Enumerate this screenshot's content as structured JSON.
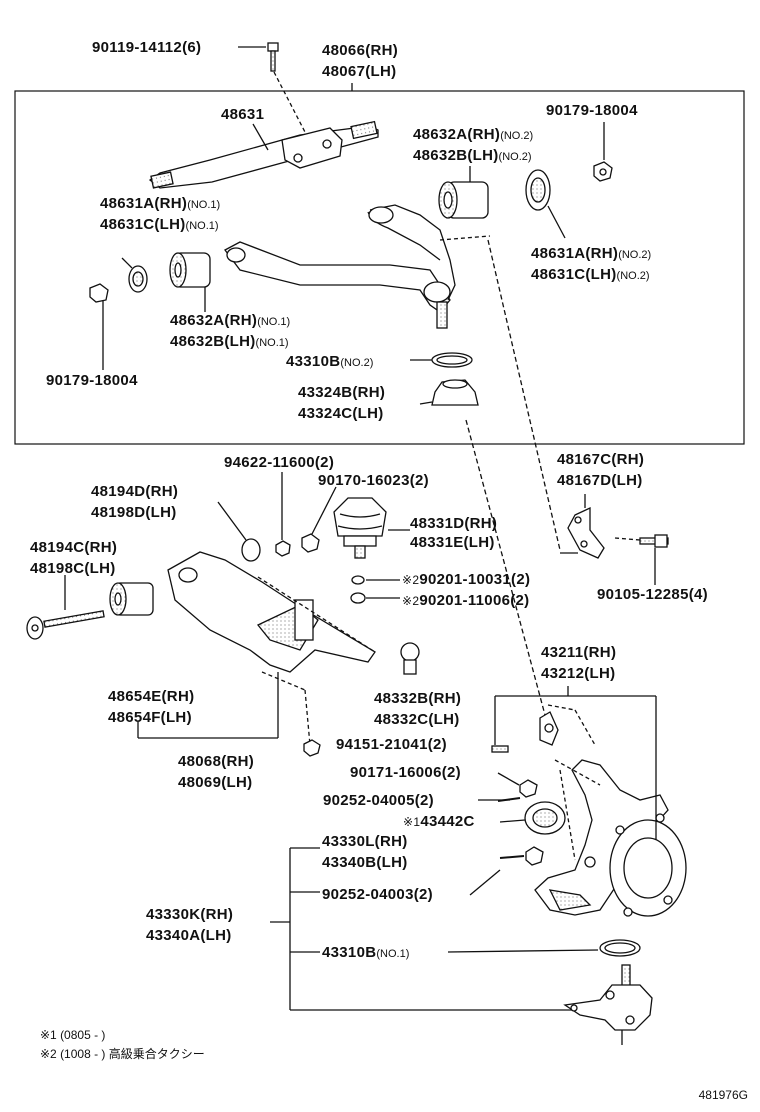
{
  "labels": {
    "p90119": "90119-14112(6)",
    "p48066": "48066(RH)",
    "p48067": "48067(LH)",
    "p48631": "48631",
    "p90179a": "90179-18004",
    "p48632A2": "48632A(RH)",
    "p48632B2": "48632B(LH)",
    "no2": "(NO.2)",
    "no1": "(NO.1)",
    "p48631A1": "48631A(RH)",
    "p48631C1": "48631C(LH)",
    "p48631A2": "48631A(RH)",
    "p48631C2": "48631C(LH)",
    "p48632A1": "48632A(RH)",
    "p48632B1": "48632B(LH)",
    "p90179b": "90179-18004",
    "p43310Bt": "43310B",
    "p43324B": "43324B(RH)",
    "p43324C": "43324C(LH)",
    "p94622": "94622-11600(2)",
    "p48167C": "48167C(RH)",
    "p48167D": "48167D(LH)",
    "p48194D": "48194D(RH)",
    "p48198D": "48198D(LH)",
    "p90170": "90170-16023(2)",
    "p48331D": "48331D(RH)",
    "p48331E": "48331E(LH)",
    "p48194C": "48194C(RH)",
    "p48198C": "48198C(LH)",
    "mark2": "※2",
    "mark1": "※1",
    "p90201a": "90201-10031(2)",
    "p90201b": "90201-11006(2)",
    "p90105": "90105-12285(4)",
    "p43211": "43211(RH)",
    "p43212": "43212(LH)",
    "p48332B": "48332B(RH)",
    "p48332C": "48332C(LH)",
    "p48654E": "48654E(RH)",
    "p48654F": "48654F(LH)",
    "p94151": "94151-21041(2)",
    "p48068": "48068(RH)",
    "p48069": "48069(LH)",
    "p90171": "90171-16006(2)",
    "p90252a": "90252-04005(2)",
    "p43442C": "43442C",
    "p43330L": "43330L(RH)",
    "p43340B": "43340B(LH)",
    "p90252b": "90252-04003(2)",
    "p43330K": "43330K(RH)",
    "p43340A": "43340A(LH)",
    "p43310Bb": "43310B"
  },
  "notes": {
    "n1": "※1 (0805 -        )",
    "n2": "※2 (1008 -        ) 高級乗合タクシー"
  },
  "diagram_code": "481976G"
}
